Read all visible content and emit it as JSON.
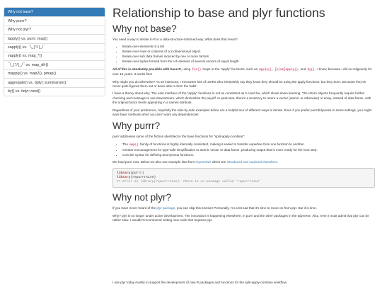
{
  "toc": {
    "items": [
      {
        "label": "Why not base?"
      },
      {
        "label": "Why purrr?"
      },
      {
        "label": "Why not plyr?"
      },
      {
        "label": "lapply() vs. purrr::map()"
      },
      {
        "label": "sapply() vs. ¯\\_(ツ)_/¯"
      },
      {
        "label": "vapply() vs. map_*()"
      },
      {
        "label": "¯\\_(ツ)_/¯ vs. map_dfr()"
      },
      {
        "label": "mapply() vs. map2(), pmap()"
      },
      {
        "label": "aggregate() vs. dplyr::summarize()"
      },
      {
        "label": "by() vs. tidyr::nest()"
      }
    ],
    "active_color": "#337ab7"
  },
  "main": {
    "title": "Relationship to base and plyr functions",
    "why_base": {
      "heading": "Why not base?",
      "intro": "You need a way to iterate in R in a data-structure-informed way. What does that mean?",
      "bullets": [
        "Iterate over elements of a list",
        "Iterate over rows or columns of a 2-dimensional object",
        "Iterate over sub data frames induced by one or more factors",
        "Iterate over tuples formed from the i-th element of several vectors of equal length"
      ],
      "p1_bold": "All of this is absolutely possible with base R",
      "p1_a": ", using",
      "p1_code1": "for()",
      "p1_b": "loops or the \"apply\" functions, such as",
      "p1_code2": "apply()",
      "p1_c": ",",
      "p1_code3": "[slvm]apply()",
      "p1_d": ", and",
      "p1_code4": "by()",
      "p1_e": ". I know, because I did so religiously for over 15 years. It works fine!",
      "p2": "Why might you do otherwise? As an instructor, I encounter lots of useRs who sheepishly say they know they should be using the apply functions, but they don't. Because they've never quite figured them out or been able to form the habit.",
      "p3": "I have a theory about why. The user interface of the \"apply\" functions is not as consistent as it could be, which slows down learning. The return objects frequently require further checking and massage to use downstream, which diminishes the payoff. In particular, there's a tendency to return a vector (atomic or otherwise) or array, instead of data frame, with the original factor levels appearing in a names attribute.",
      "p4": "Regardless of your preference, hopefully the side-by-side examples below are a helpful tour of different ways to iterate. Even if you prefer purrr/tidyverse in some settings, you might want base methods when you don't want any dependencies."
    },
    "why_purrr": {
      "heading": "Why purrr?",
      "intro": "purrr addresses some of the friction identified in the base functions for \"split-apply-combine\":",
      "b1_pre": "The",
      "b1_code": "map()",
      "b1_post": "family of functions is highly internally consistent, making it easier to transfer expertise from one function to another.",
      "b2": "Greater encouragement for type-safe simplification to atomic vector or data frame, producing output that is more ready for the next step.",
      "b3": "Concise syntax for defining anonymous functions.",
      "p_pre": "We load purrr now. Below we also use example lists from",
      "link1": "repurrrsive",
      "p_mid": "which are",
      "link2": "introduced and explored elsewhere",
      "p_end": ".",
      "code_kw": "library",
      "code_arg1": "(purrr)",
      "code_arg2": "(repurrrsive)",
      "code_comment": "#> Error in library(repurrrsive): there is no package called 'repurrrsive'"
    },
    "why_plyr": {
      "heading": "Why not plyr?",
      "p1_pre": "If you have never heard of the",
      "p1_link": "plyr package",
      "p1_post": ", you can skip this section! Personally, I'm a bit sad that it's time to move on from plyr. But it is time.",
      "p2": "Why? plyr is no longer under active development. The innovation is happening elsewhere, in purrr and the other packages in the tidyverse. Also, even I must admit that plyr can be rather slow. I wouldn't recommend writing new code that requires plyr.",
      "p3": "I use plyr today mostly to support the development of new R packages and functions for the split-apply-combine workflow."
    }
  }
}
